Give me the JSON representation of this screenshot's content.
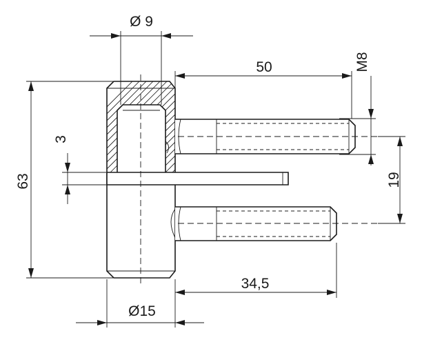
{
  "dimensions": {
    "pin_diameter": "Ø 9",
    "pin_spacing": "50",
    "thread": "M8",
    "plate_thickness": "3",
    "total_height": "63",
    "bolt_distance": "19",
    "lower_length": "34,5",
    "body_diameter": "Ø15"
  },
  "colors": {
    "line": "#1a1a1a",
    "background": "#ffffff"
  }
}
